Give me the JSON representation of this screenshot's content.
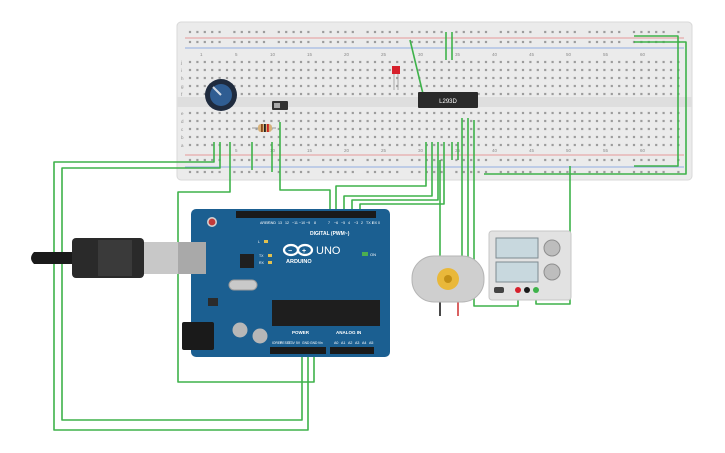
{
  "breadboard": {
    "top_numbers": [
      "1",
      "5",
      "10",
      "15",
      "20",
      "25",
      "30",
      "35",
      "40",
      "45",
      "50",
      "55",
      "60"
    ],
    "bottom_numbers": [
      "5",
      "10",
      "15",
      "20",
      "25",
      "30",
      "35",
      "40",
      "45",
      "50",
      "55",
      "60"
    ],
    "row_letters_top": [
      "j",
      "i",
      "h",
      "g",
      "f"
    ],
    "row_letters_bottom": [
      "e",
      "d",
      "c",
      "b",
      "a"
    ]
  },
  "ic": {
    "label": "L293D"
  },
  "arduino": {
    "brand": "ARDUINO",
    "model": "UNO",
    "digital_label": "DIGITAL (PWM~)",
    "power_label": "POWER",
    "analog_label": "ANALOG IN",
    "on_label": "ON",
    "tx_label": "TX",
    "rx_label": "RX",
    "l_label": "L",
    "aref_label": "AREF",
    "gnd_label": "GND",
    "digital_pins": [
      "13",
      "12",
      "~11",
      "~10",
      "~9",
      "8",
      "7",
      "~6",
      "~5",
      "4",
      "~3",
      "2",
      "TX 1",
      "RX 0"
    ],
    "power_pins": [
      "IOREF",
      "RESET",
      "3.3V",
      "5V",
      "GND",
      "GND",
      "Vin"
    ],
    "analog_pins": [
      "A0",
      "A1",
      "A2",
      "A3",
      "A4",
      "A5"
    ]
  },
  "colors": {
    "wire": "#3eb24a",
    "board": "#1b5f91",
    "breadboard": "#ebebeb",
    "ic_body": "#2a2a2a"
  }
}
